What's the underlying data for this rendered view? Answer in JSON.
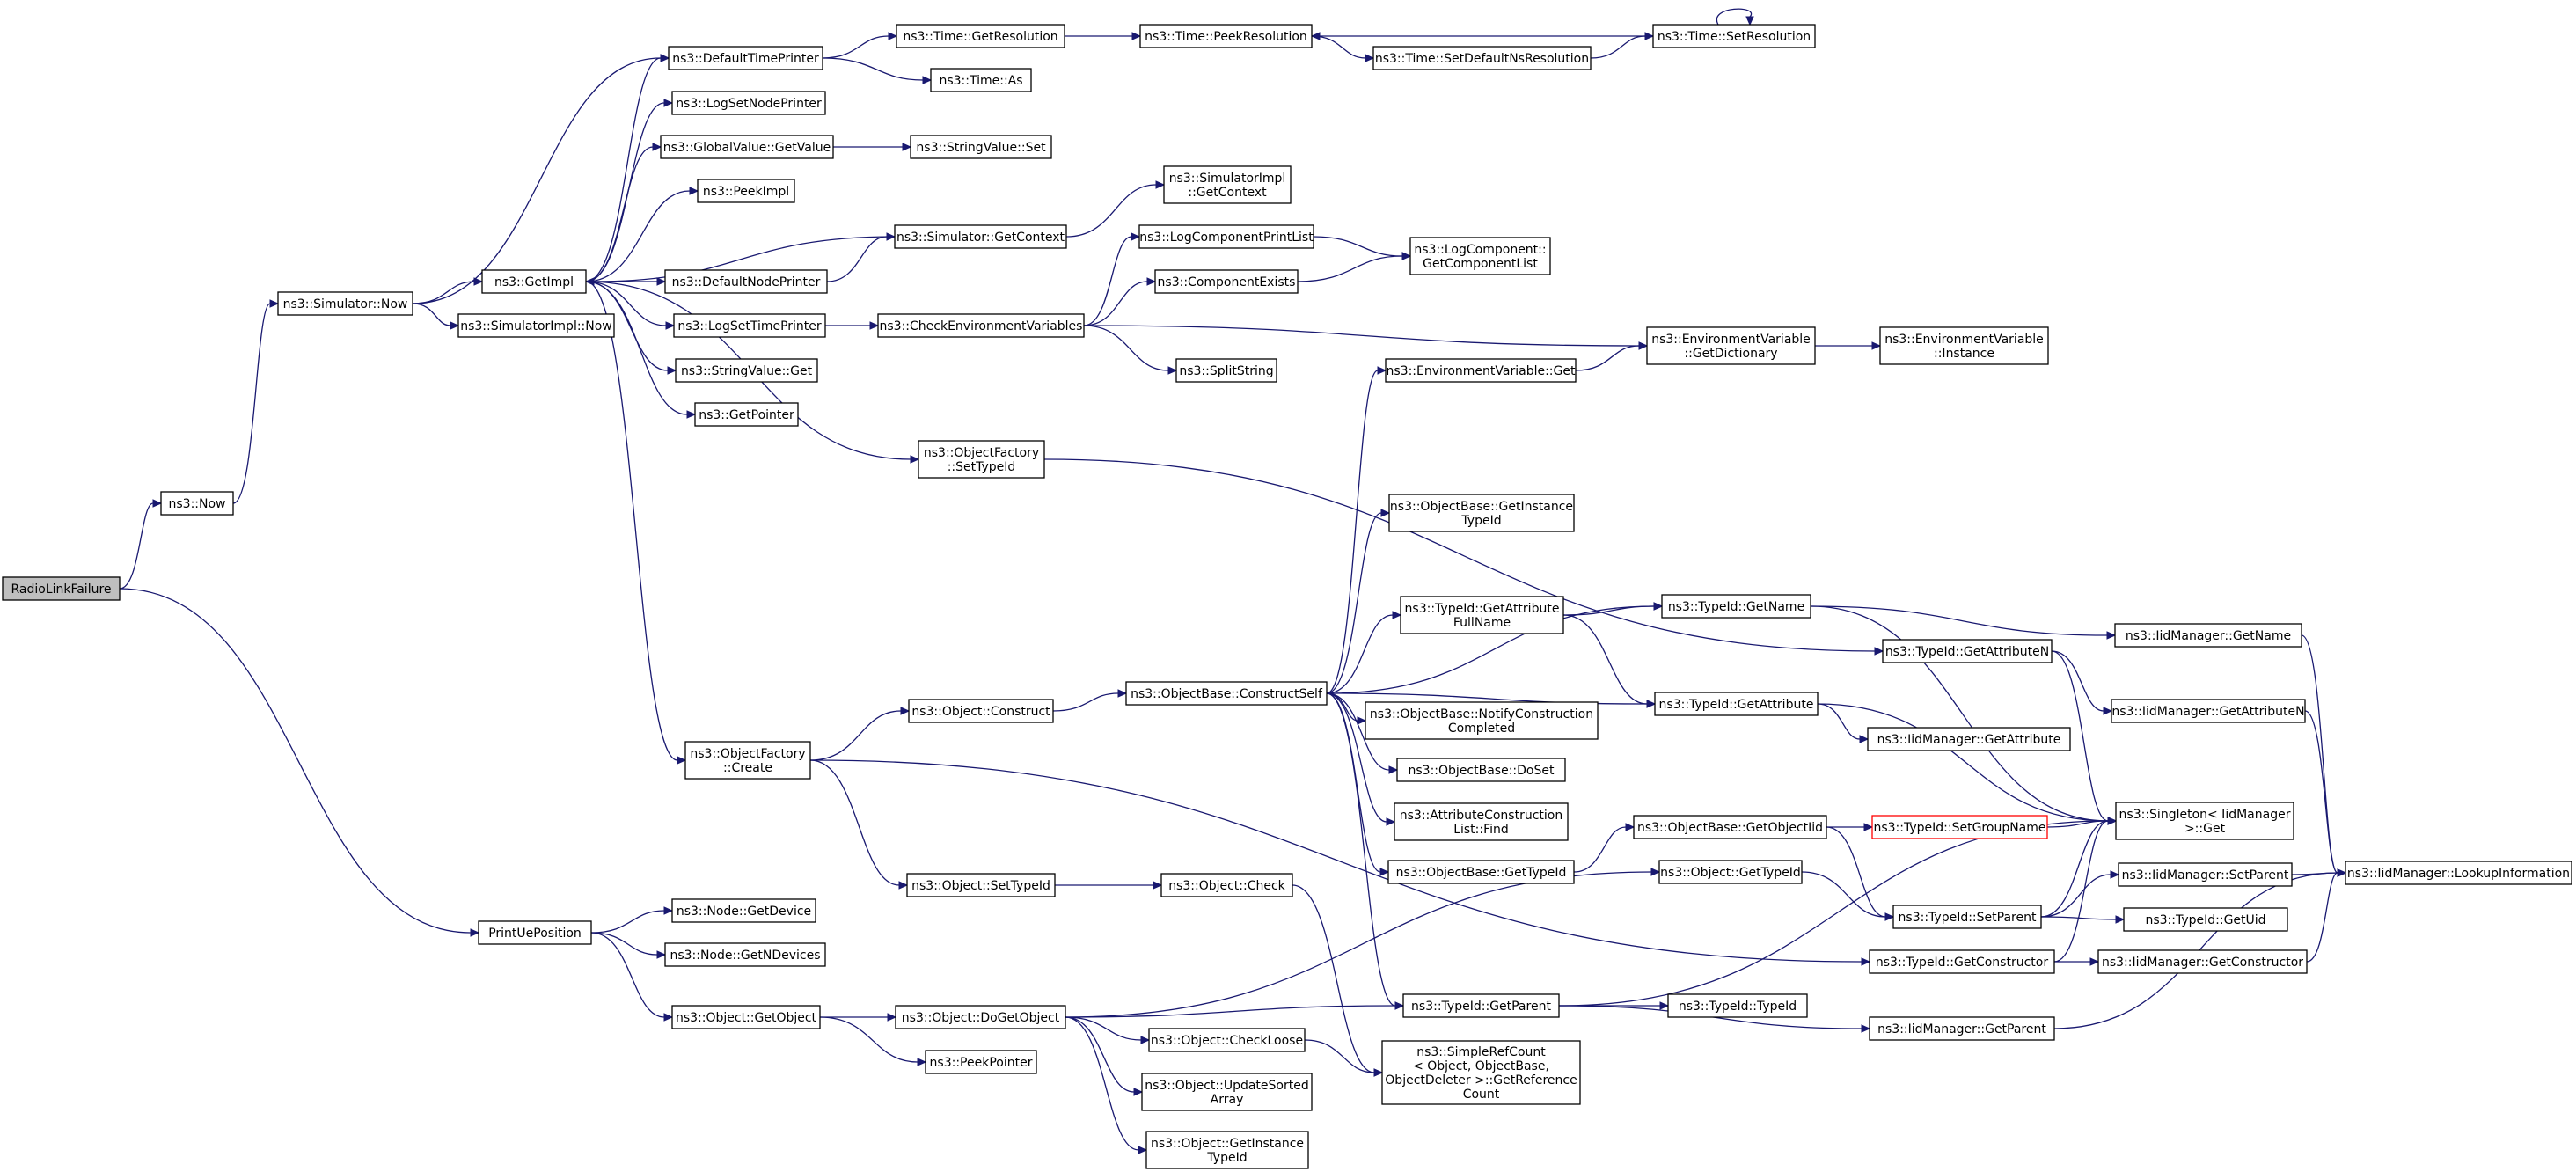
{
  "diagram": {
    "type": "call-graph",
    "colors": {
      "edge": "#191970",
      "box_border": "#000000",
      "root_fill": "#bfbfbf",
      "highlight_border": "#ff0000"
    },
    "nodes": {
      "root": [
        "RadioLinkFailure"
      ],
      "now": [
        "ns3::Now"
      ],
      "simnow": [
        "ns3::Simulator::Now"
      ],
      "getimpl": [
        "ns3::GetImpl"
      ],
      "simimplnow": [
        "ns3::SimulatorImpl::Now"
      ],
      "deftimeprinter": [
        "ns3::DefaultTimePrinter"
      ],
      "logsetnodeprinter": [
        "ns3::LogSetNodePrinter"
      ],
      "globalvalue": [
        "ns3::GlobalValue::GetValue"
      ],
      "peekimpl": [
        "ns3::PeekImpl"
      ],
      "defnodeprinter": [
        "ns3::DefaultNodePrinter"
      ],
      "logsettimeprinter": [
        "ns3::LogSetTimePrinter"
      ],
      "stringvalueget": [
        "ns3::StringValue::Get"
      ],
      "getpointer": [
        "ns3::GetPointer"
      ],
      "ofcreate": [
        "ns3::ObjectFactory",
        "::Create"
      ],
      "timegetres": [
        "ns3::Time::GetResolution"
      ],
      "timeas": [
        "ns3::Time::As"
      ],
      "stringvalueset": [
        "ns3::StringValue::Set"
      ],
      "simgetcontext": [
        "ns3::Simulator::GetContext"
      ],
      "checkenv": [
        "ns3::CheckEnvironmentVariables"
      ],
      "ofsettypeid": [
        "ns3::ObjectFactory",
        "::SetTypeId"
      ],
      "objconstruct": [
        "ns3::Object::Construct"
      ],
      "objsettypeid": [
        "ns3::Object::SetTypeId"
      ],
      "peekres": [
        "ns3::Time::PeekResolution"
      ],
      "simimplgetctx": [
        "ns3::SimulatorImpl",
        "::GetContext"
      ],
      "logcompprint": [
        "ns3::LogComponentPrintList"
      ],
      "compexists": [
        "ns3::ComponentExists"
      ],
      "splitstring": [
        "ns3::SplitString"
      ],
      "obconstructself": [
        "ns3::ObjectBase::ConstructSelf"
      ],
      "objcheck": [
        "ns3::Object::Check"
      ],
      "setdefns": [
        "ns3::Time::SetDefaultNsResolution"
      ],
      "setres": [
        "ns3::Time::SetResolution"
      ],
      "logcompgetlist": [
        "ns3::LogComponent::",
        "GetComponentList"
      ],
      "envget": [
        "ns3::EnvironmentVariable::Get"
      ],
      "envgetdict": [
        "ns3::EnvironmentVariable",
        "::GetDictionary"
      ],
      "envinstance": [
        "ns3::EnvironmentVariable",
        "::Instance"
      ],
      "obgetinstance": [
        "ns3::ObjectBase::GetInstance",
        "TypeId"
      ],
      "tidgetattrfull": [
        "ns3::TypeId::GetAttribute",
        "FullName"
      ],
      "tidgetname": [
        "ns3::TypeId::GetName"
      ],
      "obnotify": [
        "ns3::ObjectBase::NotifyConstruction",
        "Completed"
      ],
      "obdoset": [
        "ns3::ObjectBase::DoSet"
      ],
      "attrfind": [
        "ns3::AttributeConstruction",
        "List::Find"
      ],
      "obgettypeid": [
        "ns3::ObjectBase::GetTypeId"
      ],
      "tidgetattr": [
        "ns3::TypeId::GetAttribute"
      ],
      "tidgetattrn": [
        "ns3::TypeId::GetAttributeN"
      ],
      "iidgetname": [
        "ns3::IidManager::GetName"
      ],
      "iidgetattrn": [
        "ns3::IidManager::GetAttributeN"
      ],
      "iidgetattr": [
        "ns3::IidManager::GetAttribute"
      ],
      "singleton": [
        "ns3::Singleton< IidManager",
        " >::Get"
      ],
      "obgetobjiid": [
        "ns3::ObjectBase::GetObjectIid"
      ],
      "tidsetgroup": [
        "ns3::TypeId::SetGroupName"
      ],
      "objgettypeid": [
        "ns3::Object::GetTypeId"
      ],
      "tidsetparent": [
        "ns3::TypeId::SetParent"
      ],
      "iidsetparent": [
        "ns3::IidManager::SetParent"
      ],
      "tidgetuid": [
        "ns3::TypeId::GetUid"
      ],
      "iidlookup": [
        "ns3::IidManager::LookupInformation"
      ],
      "tidgetctor": [
        "ns3::TypeId::GetConstructor"
      ],
      "iidgetctor": [
        "ns3::IidManager::GetConstructor"
      ],
      "printue": [
        "PrintUePosition"
      ],
      "nodegetdev": [
        "ns3::Node::GetDevice"
      ],
      "nodegetndev": [
        "ns3::Node::GetNDevices"
      ],
      "objgetobject": [
        "ns3::Object::GetObject"
      ],
      "objdogetobject": [
        "ns3::Object::DoGetObject"
      ],
      "peekpointer": [
        "ns3::PeekPointer"
      ],
      "objcheckloose": [
        "ns3::Object::CheckLoose"
      ],
      "objupdatesorted": [
        "ns3::Object::UpdateSorted",
        "Array"
      ],
      "objgetinstance": [
        "ns3::Object::GetInstance",
        "TypeId"
      ],
      "tidgetparent": [
        "ns3::TypeId::GetParent"
      ],
      "tidtypeid": [
        "ns3::TypeId::TypeId"
      ],
      "iidgetparent": [
        "ns3::IidManager::GetParent"
      ],
      "simplerefcount": [
        "ns3::SimpleRefCount",
        "< Object, ObjectBase,",
        " ObjectDeleter >::GetReference",
        "Count"
      ]
    }
  }
}
